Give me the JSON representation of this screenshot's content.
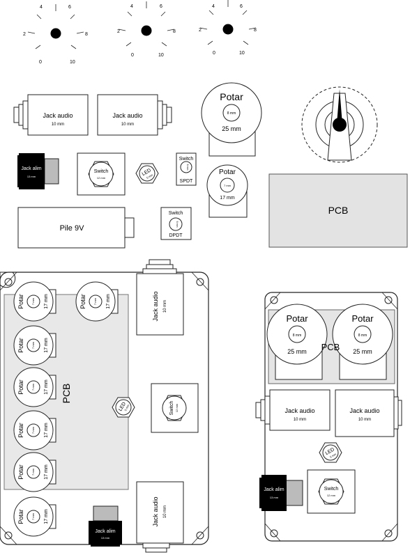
{
  "knobs": [
    {
      "ticks": [
        "4",
        "6",
        "2",
        "8",
        "0",
        "10"
      ]
    },
    {
      "ticks": [
        "4",
        "6",
        "2",
        "8",
        "0",
        "10"
      ]
    },
    {
      "ticks": [
        "4",
        "6",
        "2",
        "8",
        "0",
        "10"
      ]
    }
  ],
  "components": {
    "jack_label": "Jack audio",
    "jack_size": "10 mm",
    "potar_label": "Potar",
    "potar_big_size": "25 mm",
    "potar_big_shaft": "8 mm",
    "potar_small_size": "17 mm",
    "potar_small_shaft": "7 mm",
    "jack_alim_label": "Jack alim",
    "jack_alim_size": "13 mm",
    "switch_label": "Switch",
    "switch_big_size": "12 mm",
    "switch_small_size": "6 mm",
    "spdt": "SPDT",
    "dpdt": "DPDT",
    "led_label": "LED",
    "led_size": "5 mm",
    "pile": "Pile 9V",
    "pcb": "PCB"
  }
}
